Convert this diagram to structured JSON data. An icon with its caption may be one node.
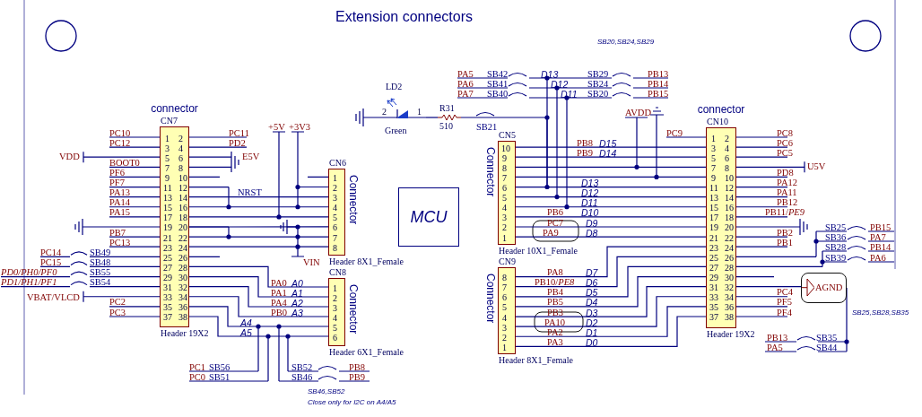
{
  "diagram": {
    "title": "Extension connectors",
    "nodes": [
      {
        "text": [
          "LD2",
          "2",
          "1",
          "Green"
        ]
      },
      {
        "text": [
          "R31",
          "510"
        ]
      },
      {
        "text": [
          "connector",
          "CN7",
          "1",
          "2",
          "3",
          "4",
          "5",
          "6",
          "7",
          "8",
          "9",
          "10",
          "11",
          "12",
          "13",
          "14",
          "15",
          "16",
          "17",
          "18",
          "19",
          "20",
          "21",
          "22",
          "23",
          "24",
          "25",
          "26",
          "27",
          "28",
          "29",
          "30",
          "31",
          "32",
          "33",
          "34",
          "35",
          "36",
          "37",
          "38"
        ],
        "beside": [
          "Header 19X2"
        ]
      },
      {
        "text": [
          "CN6",
          "Connector",
          "1",
          "2",
          "3",
          "4",
          "5",
          "6",
          "7",
          "8"
        ],
        "beside": [
          "Header 8X1_Female"
        ]
      },
      {
        "text": [
          "CN8",
          "Connector",
          "1",
          "2",
          "3",
          "4",
          "5",
          "6"
        ],
        "beside": [
          "Header 6X1_Female"
        ]
      },
      {
        "text": [
          "MCU"
        ]
      },
      {
        "text": [
          "CN5",
          "Connector",
          "10",
          "9",
          "8",
          "7",
          "6",
          "5",
          "4",
          "3",
          "2",
          "1"
        ],
        "beside": [
          "Header 10X1_Female"
        ]
      },
      {
        "text": [
          "CN9",
          "Connector",
          "8",
          "7",
          "6",
          "5",
          "4",
          "3",
          "2",
          "1"
        ],
        "beside": [
          "Header 8X1_Female"
        ]
      },
      {
        "text": [
          "connector",
          "CN10",
          "1",
          "2",
          "3",
          "4",
          "5",
          "6",
          "7",
          "8",
          "9",
          "10",
          "11",
          "12",
          "13",
          "14",
          "15",
          "16",
          "17",
          "18",
          "19",
          "20",
          "21",
          "22",
          "23",
          "24",
          "25",
          "26",
          "27",
          "28",
          "29",
          "30",
          "31",
          "32",
          "33",
          "34",
          "35",
          "36",
          "37",
          "38"
        ],
        "beside": [
          "Header 19X2"
        ]
      },
      {
        "text": [
          "AGND"
        ]
      }
    ],
    "edges": [
      {
        "from": 2,
        "to": 3,
        "arrow": "none"
      },
      {
        "from": 2,
        "to": 3,
        "arrow": "none"
      },
      {
        "from": 2,
        "to": 3,
        "arrow": "none"
      },
      {
        "from": 2,
        "to": 3,
        "arrow": "none"
      },
      {
        "from": 2,
        "to": 3,
        "arrow": "none"
      },
      {
        "from": 2,
        "to": 3,
        "arrow": "none"
      },
      {
        "from": 2,
        "to": 4,
        "arrow": "none"
      },
      {
        "from": 2,
        "to": 4,
        "arrow": "none"
      },
      {
        "from": 2,
        "to": 4,
        "arrow": "none"
      },
      {
        "from": 2,
        "to": 4,
        "arrow": "none"
      },
      {
        "from": 2,
        "to": 4,
        "arrow": "none"
      },
      {
        "from": 2,
        "to": 4,
        "arrow": "none"
      },
      {
        "from": 8,
        "to": 6,
        "arrow": "none"
      },
      {
        "from": 8,
        "to": 6,
        "arrow": "none"
      },
      {
        "from": 8,
        "to": 6,
        "arrow": "none"
      },
      {
        "from": 8,
        "to": 6,
        "arrow": "none"
      },
      {
        "from": 8,
        "to": 6,
        "arrow": "none"
      },
      {
        "from": 8,
        "to": 6,
        "arrow": "none"
      },
      {
        "from": 8,
        "to": 6,
        "arrow": "none"
      },
      {
        "from": 8,
        "to": 6,
        "arrow": "none"
      },
      {
        "from": 8,
        "to": 6,
        "arrow": "none"
      },
      {
        "from": 8,
        "to": 6,
        "arrow": "none"
      },
      {
        "from": 8,
        "to": 7,
        "arrow": "none"
      },
      {
        "from": 8,
        "to": 7,
        "arrow": "none"
      },
      {
        "from": 8,
        "to": 7,
        "arrow": "none"
      },
      {
        "from": 8,
        "to": 7,
        "arrow": "none"
      },
      {
        "from": 8,
        "to": 7,
        "arrow": "none"
      },
      {
        "from": 8,
        "to": 7,
        "arrow": "none"
      },
      {
        "from": 8,
        "to": 7,
        "arrow": "none"
      },
      {
        "from": 8,
        "to": 7,
        "arrow": "none"
      },
      {
        "from": 0,
        "to": 1,
        "arrow": "none"
      },
      {
        "from": 1,
        "to": 6,
        "arrow": "none"
      },
      {
        "from": 8,
        "to": 9,
        "arrow": "none"
      }
    ],
    "labels": [
      "SB20,SB24,SB29",
      "PA5",
      "SB42",
      "D13",
      "SB29",
      "PB13",
      "PA6",
      "SB41",
      "D12",
      "SB24",
      "PB14",
      "PA7",
      "SB40",
      "D11",
      "SB20",
      "PB15",
      "AVDD",
      "+5V",
      "+3V3",
      "SB21",
      "PC10",
      "PC11",
      "PC9",
      "PC8",
      "PC12",
      "PD2",
      "PB8",
      "D15",
      "PC6",
      "VDD",
      "E5V",
      "PB9",
      "D14",
      "PC5",
      "BOOT0",
      "U5V",
      "PF6",
      "PD8",
      "PF7",
      "D13",
      "PA12",
      "PA13",
      "NRST",
      "D12",
      "PA11",
      "PA14",
      "D11",
      "PB12",
      "PA15",
      "PB6",
      "D10",
      "PB11/*PE9*",
      "PC7",
      "D9",
      "SB25",
      "PB15",
      "PB7",
      "PA9",
      "D8",
      "PB2",
      "SB36",
      "PA7",
      "PC13",
      "PB1",
      "SB28",
      "PB14",
      "PC14",
      "SB49",
      "SB39",
      "PA6",
      "PC15",
      "SB48",
      "VIN",
      "PD0/PH0/PF0",
      "SB55",
      "PA8",
      "D7",
      "PD1/PH1/PF1",
      "SB54",
      "PA0",
      "A0",
      "PB10/*PE8*",
      "D6",
      "PA1",
      "A1",
      "PB4",
      "D5",
      "PC4",
      "VBAT/VLCD",
      "PC2",
      "PA4",
      "A2",
      "PB5",
      "D4",
      "PF5",
      "PC3",
      "PB0",
      "A3",
      "PB3",
      "D3",
      "PF4",
      "SB25,SB28,SB35",
      "A4",
      "PA10",
      "D2",
      "A5",
      "PA2",
      "D1",
      "PB13",
      "SB35",
      "PA3",
      "D0",
      "PA5",
      "SB44",
      "PC1",
      "SB56",
      "SB52",
      "PB8",
      "PC0",
      "SB51",
      "SB46",
      "PB9",
      "SB46,SB52",
      "Close only for I2C on A4/A5"
    ]
  }
}
